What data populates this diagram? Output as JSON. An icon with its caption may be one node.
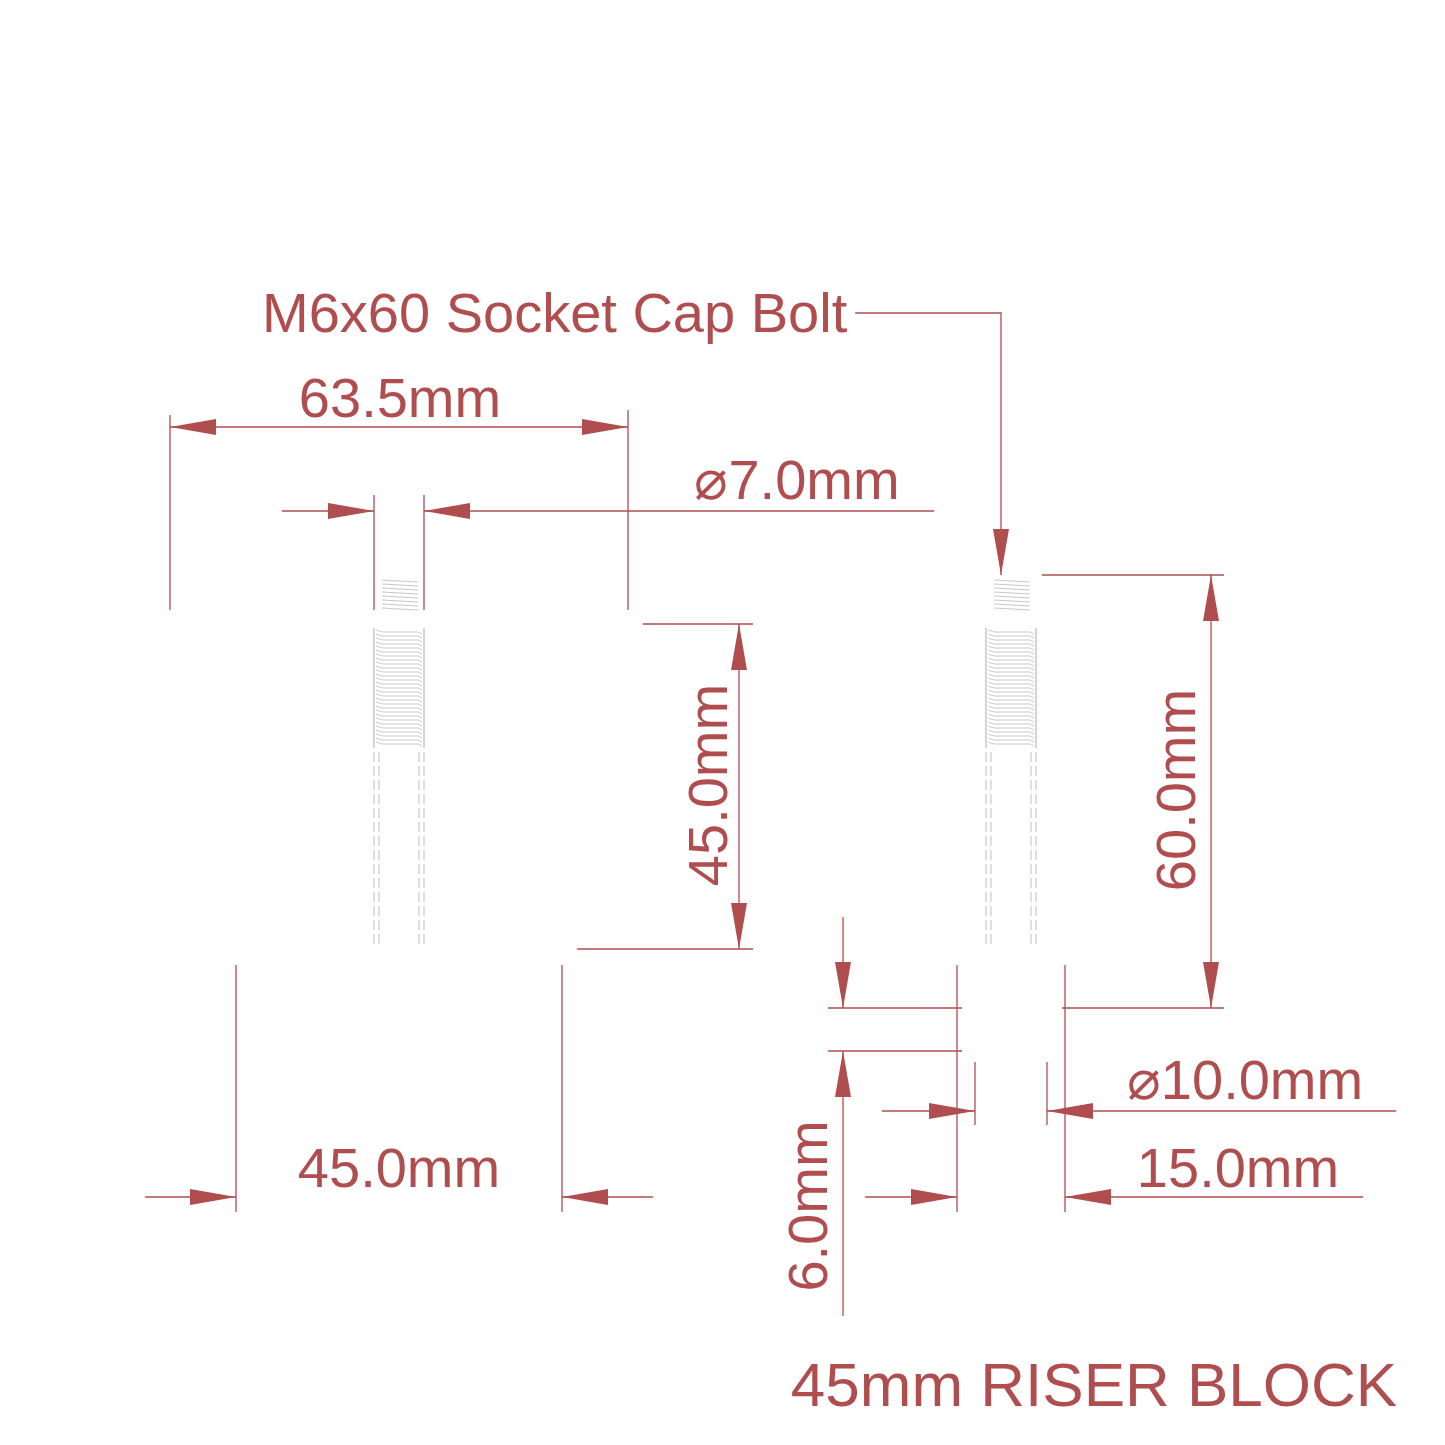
{
  "diagram": {
    "nodes": [
      {
        "text": [
          "M6x60 Socket Cap Bolt"
        ]
      },
      {
        "text": [],
        "shape": "picture"
      }
    ],
    "edges": [
      {
        "from": 0,
        "to": 1,
        "arrow": "to"
      }
    ],
    "labels": [
      "63.5mm",
      "⌀7.0mm",
      "45.0mm",
      "60.0mm",
      "⌀10.0mm",
      "45.0mm",
      "15.0mm",
      "6.0mm",
      "45mm RISER BLOCK"
    ]
  }
}
